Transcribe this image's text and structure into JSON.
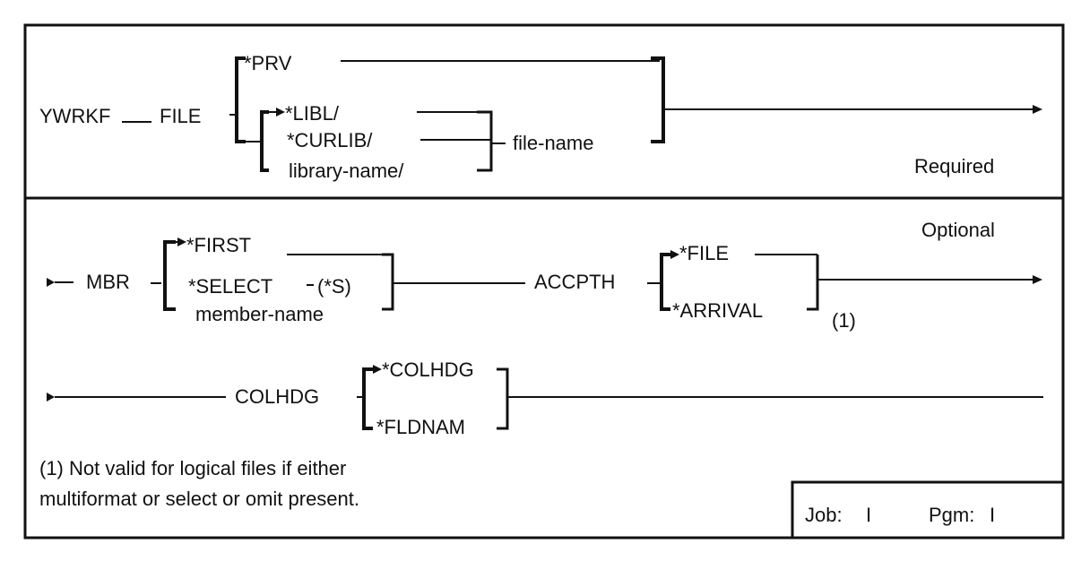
{
  "command": {
    "name": "YWRKF"
  },
  "file_param": {
    "keyword": "FILE",
    "default_value": "*PRV",
    "libraries": [
      "*LIBL/",
      "*CURLIB/",
      "library-name/"
    ],
    "object": "file-name",
    "section_label": "Required"
  },
  "optional_section": {
    "label": "Optional"
  },
  "mbr_param": {
    "keyword": "MBR",
    "values": [
      "*FIRST",
      "*SELECT",
      "(*S)",
      "member-name"
    ]
  },
  "accpth_param": {
    "keyword": "ACCPTH",
    "values": [
      "*FILE",
      "*ARRIVAL"
    ],
    "footnote_ref": "(1)"
  },
  "colhdg_param": {
    "keyword": "COLHDG",
    "values": [
      "*COLHDG",
      "*FLDNAM"
    ]
  },
  "footnote": {
    "line1": "(1) Not valid for logical files if either",
    "line2": "multiformat or select or omit present."
  },
  "info_box": {
    "job_label": "Job:",
    "job_value": "I",
    "pgm_label": "Pgm:",
    "pgm_value": "I"
  }
}
